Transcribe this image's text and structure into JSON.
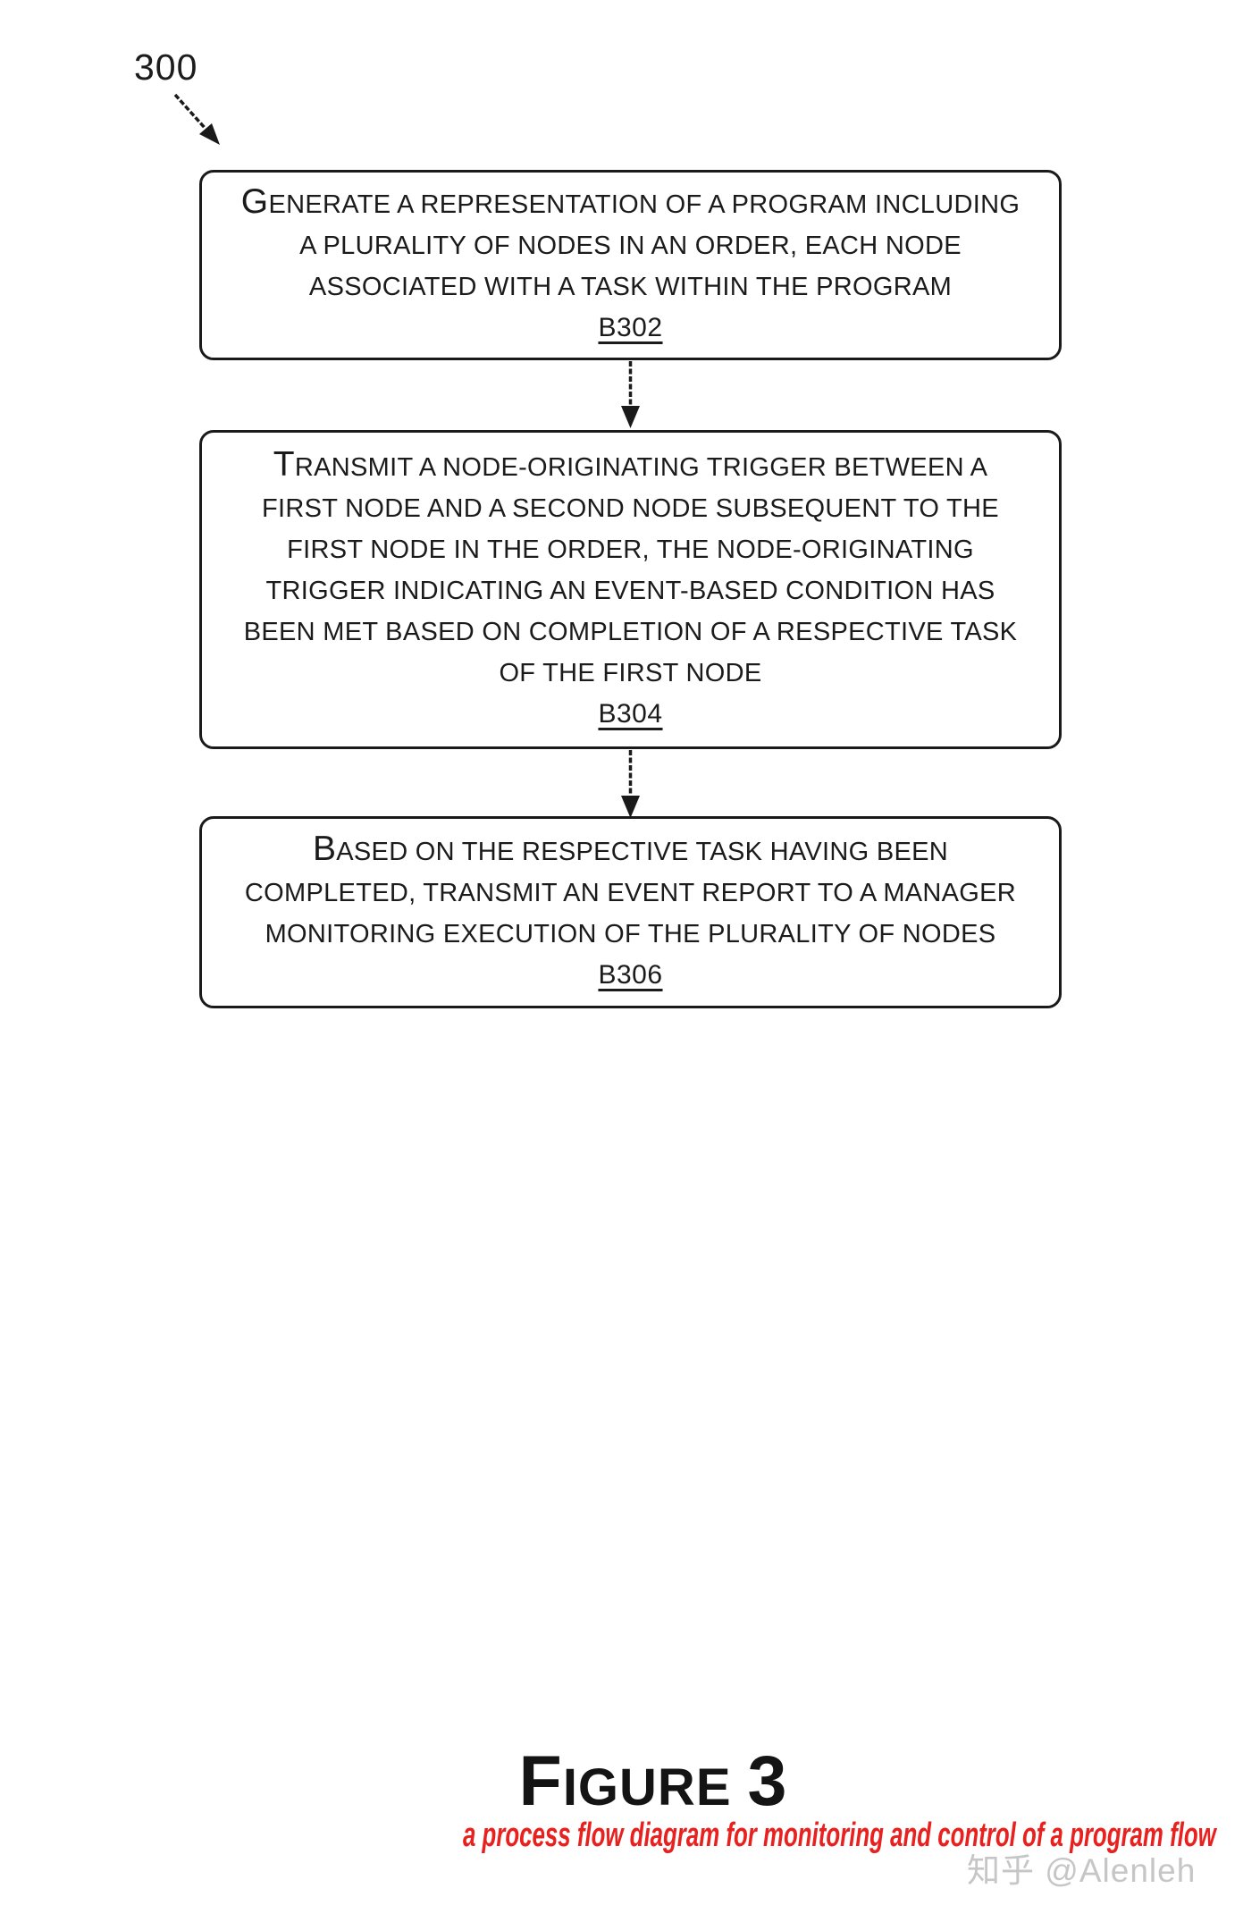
{
  "figure_label": "300",
  "boxes": [
    {
      "lines": [
        "GENERATE A REPRESENTATION OF A PROGRAM INCLUDING",
        "A PLURALITY OF NODES IN AN ORDER, EACH NODE",
        "ASSOCIATED WITH A TASK WITHIN THE PROGRAM"
      ],
      "ref": "B302"
    },
    {
      "lines": [
        "TRANSMIT A NODE-ORIGINATING TRIGGER BETWEEN A",
        "FIRST NODE AND A SECOND NODE SUBSEQUENT TO THE",
        "FIRST NODE IN THE ORDER, THE NODE-ORIGINATING",
        "TRIGGER INDICATING AN EVENT-BASED CONDITION HAS",
        "BEEN MET BASED ON COMPLETION OF A RESPECTIVE TASK",
        "OF THE FIRST NODE"
      ],
      "ref": "B304"
    },
    {
      "lines": [
        "BASED ON THE RESPECTIVE TASK HAVING BEEN",
        "COMPLETED, TRANSMIT AN EVENT REPORT TO A MANAGER",
        "MONITORING EXECUTION OF THE PLURALITY OF NODES"
      ],
      "ref": "B306"
    }
  ],
  "figure_title": {
    "prefix": "F",
    "body": "IGURE",
    "number": "3"
  },
  "caption": "a process flow diagram for monitoring and control of a program flow",
  "watermark": "知乎 @Alenleh",
  "colors": {
    "ink": "#1b1b1b",
    "caption_red": "#e8201e",
    "watermark_gray": "#c6c6c6"
  }
}
